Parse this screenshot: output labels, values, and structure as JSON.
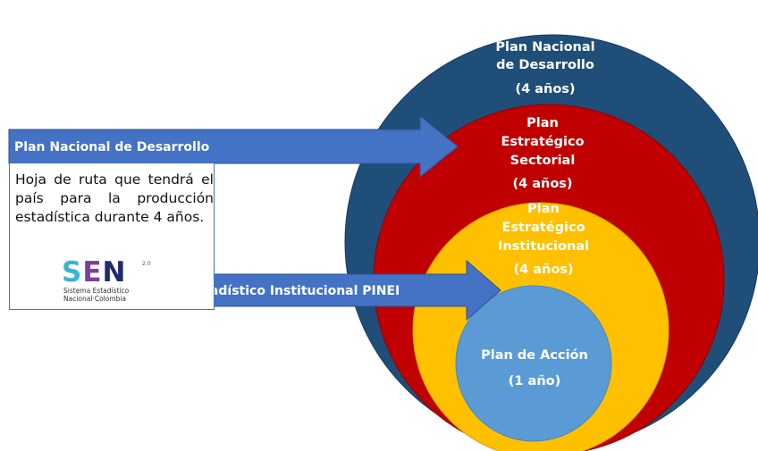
{
  "circles": {
    "outer": {
      "title_lines": [
        "Plan Nacional",
        "de Desarrollo"
      ],
      "duration": "(4 años)",
      "color": "#1f4e79"
    },
    "sectorial": {
      "title_lines": [
        "Plan",
        "Estratégico",
        "Sectorial"
      ],
      "duration": "(4 años)",
      "color": "#c00000"
    },
    "institucional": {
      "title_lines": [
        "Plan",
        "Estratégico",
        "Institucional"
      ],
      "duration": "(4 años)",
      "color": "#ffc000"
    },
    "accion": {
      "title_lines": [
        "Plan de Acción"
      ],
      "duration": "(1 año)",
      "color": "#5b9bd5"
    }
  },
  "arrows": {
    "top": {
      "label": "Plan Nacional de Desarrollo",
      "color": "#4472c4"
    },
    "bottom": {
      "label": "Plan Estadístico Institucional PINEI",
      "color": "#4472c4"
    }
  },
  "description": {
    "text": "Hoja de ruta que tendrá el país para la producción estadística durante 4 años."
  },
  "logo": {
    "word_s": "S",
    "word_e": "E",
    "word_n": "N",
    "superscript": "2.0",
    "line1": "Sistema Estadístico",
    "line2": "Nacional",
    "line3": "Colombia"
  }
}
